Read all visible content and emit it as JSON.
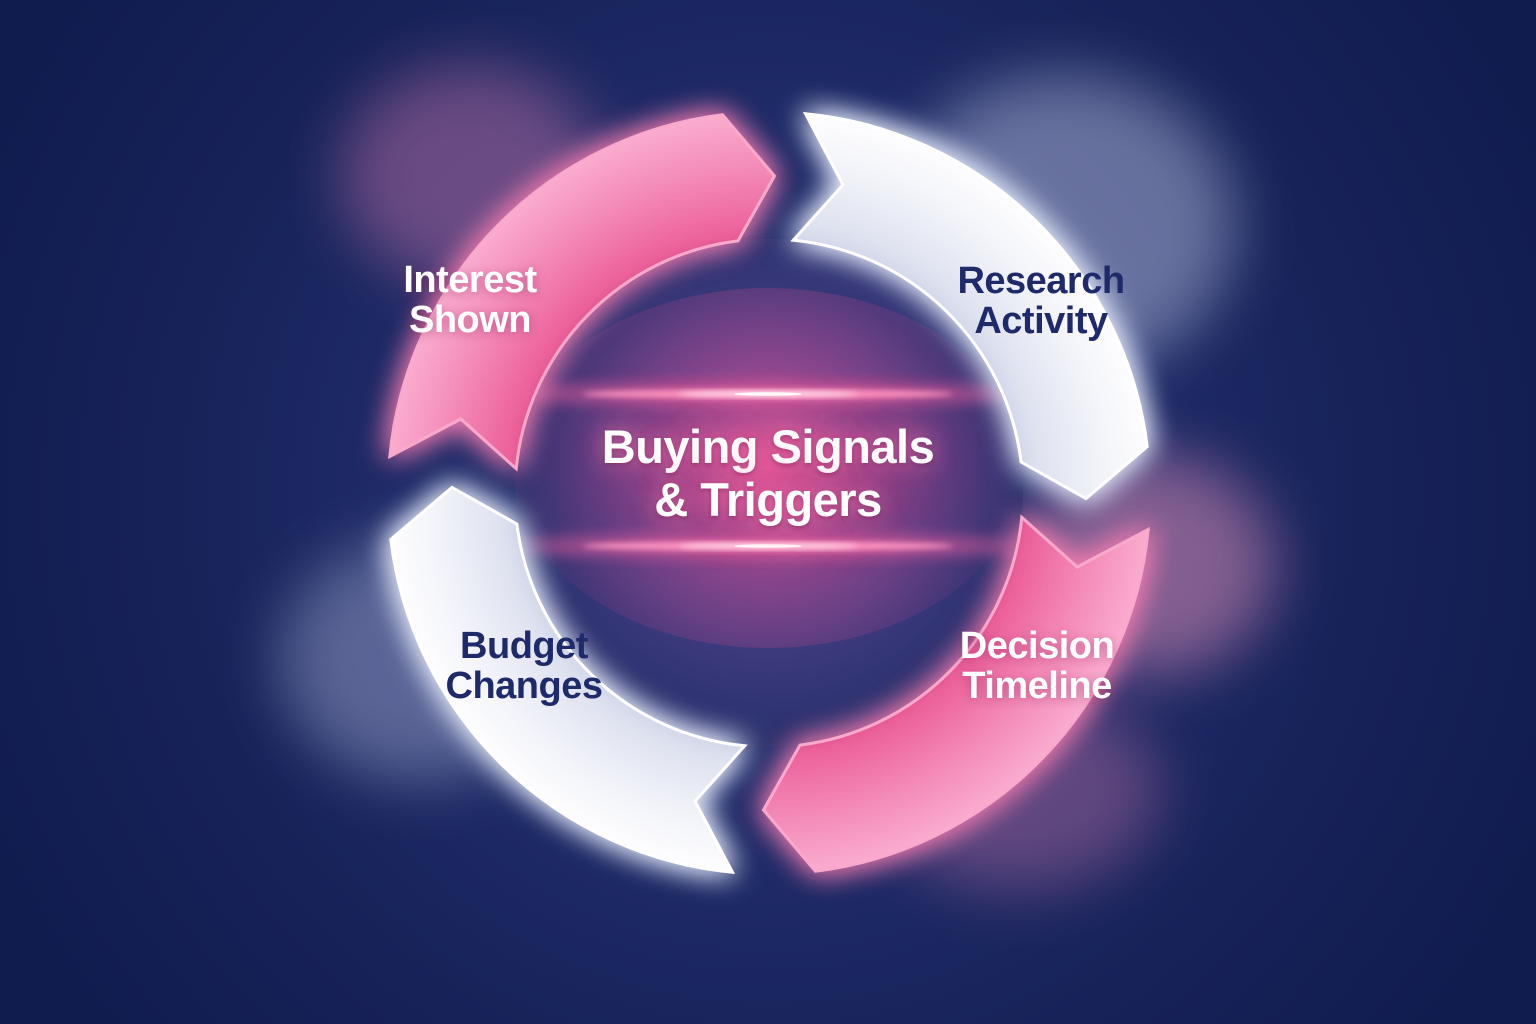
{
  "title": {
    "line1": "Buying Signals",
    "line2": "& Triggers"
  },
  "segments": [
    {
      "id": "interest-shown",
      "line1": "Interest",
      "line2": "Shown",
      "color": "pink",
      "position": "top-left"
    },
    {
      "id": "research-activity",
      "line1": "Research",
      "line2": "Activity",
      "color": "white",
      "position": "top-right"
    },
    {
      "id": "decision-timeline",
      "line1": "Decision",
      "line2": "Timeline",
      "color": "pink",
      "position": "bottom-right"
    },
    {
      "id": "budget-changes",
      "line1": "Budget",
      "line2": "Changes",
      "color": "white",
      "position": "bottom-left"
    }
  ],
  "flow_direction": "clockwise",
  "palette": {
    "background_navy": "#13205a",
    "background_corner": "#101b4e",
    "pink_light": "#fbb1d2",
    "pink_mid": "#ee6ba2",
    "pink_deep": "#d63e7e",
    "pink_rim": "#f8a9cc",
    "white_arc": "#eef0f8",
    "arc_inner_shade": "#ccd1e8",
    "navy_label_text": "#1e2a6a",
    "white_label_text": "#ffffff",
    "center_glow_magenta": "#e85f9f",
    "flare_pink": "#ff9ac5",
    "glow_white": "#e9efff"
  }
}
